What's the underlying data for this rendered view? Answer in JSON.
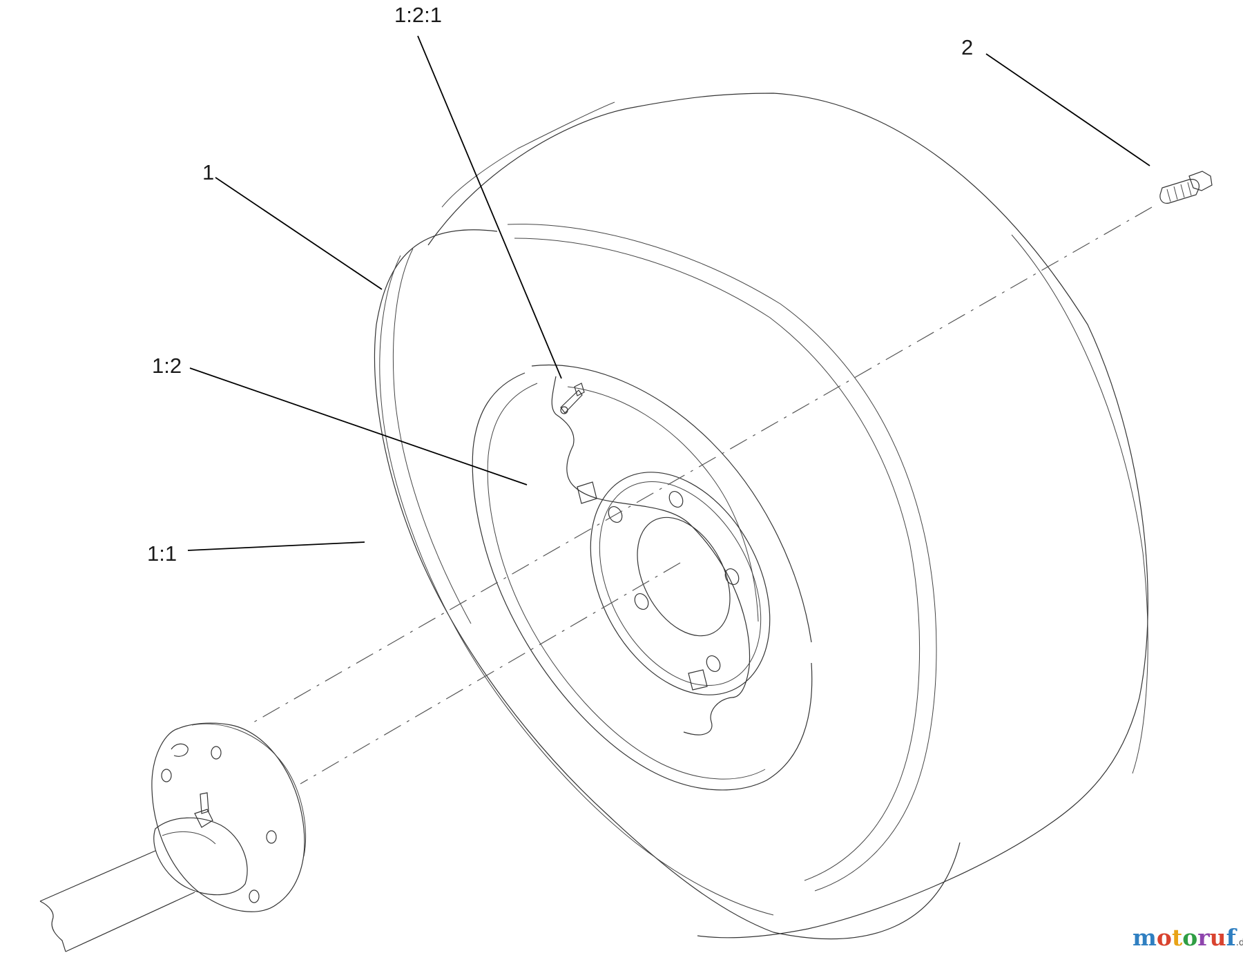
{
  "callouts": {
    "c_1_2_1": "1:2:1",
    "c_2": "2",
    "c_1": "1",
    "c_1_2": "1:2",
    "c_1_1": "1:1"
  },
  "watermark": {
    "text": "motoruf",
    "suffix": ".de",
    "colors": [
      "#2f7fc1",
      "#d9432f",
      "#e8a317",
      "#2f9e44",
      "#8e44ad",
      "#d9432f",
      "#2f7fc1"
    ]
  },
  "parts": [
    {
      "callout": "1",
      "icon": "wheel-tire-assembly"
    },
    {
      "callout": "1:1",
      "icon": "tire"
    },
    {
      "callout": "1:2",
      "icon": "wheel-rim"
    },
    {
      "callout": "1:2:1",
      "icon": "valve-stem"
    },
    {
      "callout": "2",
      "icon": "bolt"
    },
    {
      "callout": "",
      "icon": "axle-hub"
    }
  ]
}
